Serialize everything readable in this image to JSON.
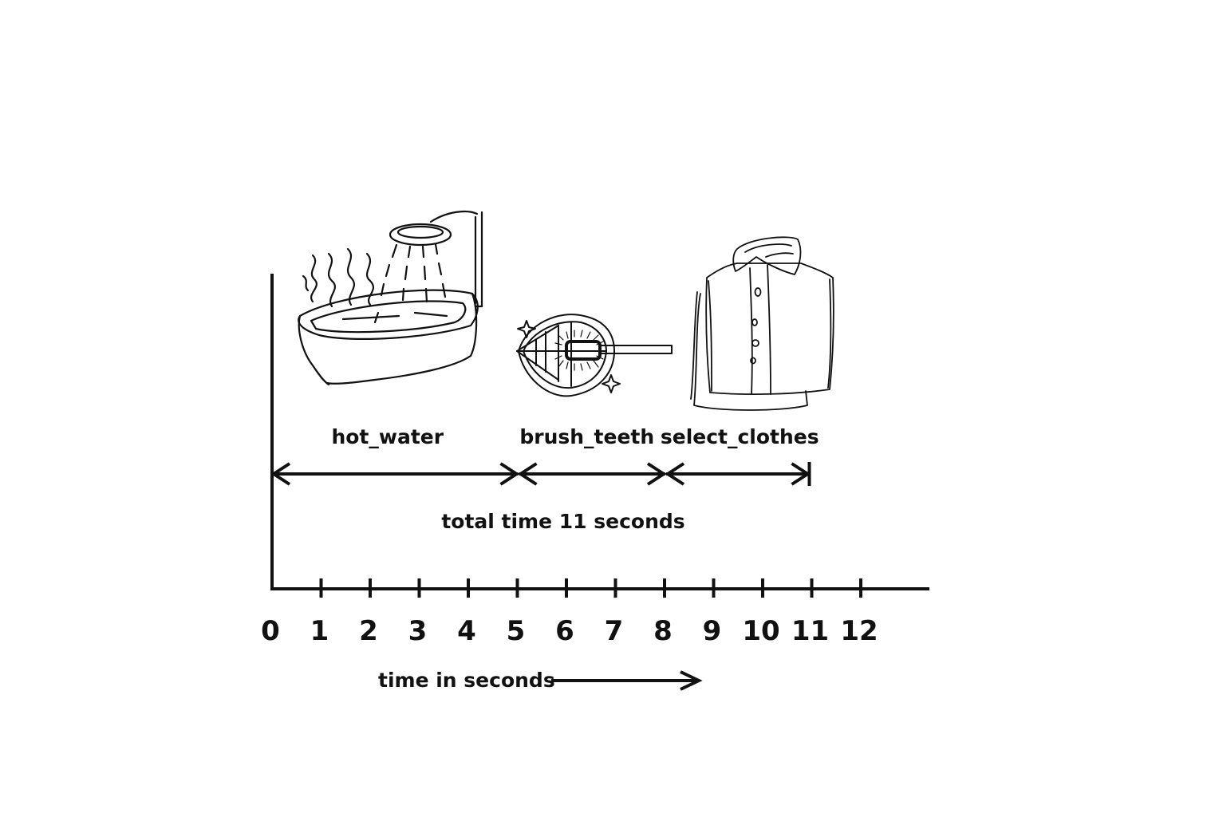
{
  "axis": {
    "ticks": [
      "0",
      "1",
      "2",
      "3",
      "4",
      "5",
      "6",
      "7",
      "8",
      "9",
      "10",
      "11",
      "12"
    ],
    "label": "time in seconds"
  },
  "tasks": [
    {
      "name": "hot_water",
      "start": 0,
      "end": 5,
      "icon": "bathtub-shower-icon"
    },
    {
      "name": "brush_teeth",
      "start": 5,
      "end": 8,
      "icon": "toothbrush-mouth-icon"
    },
    {
      "name": "select_clothes",
      "start": 8,
      "end": 11,
      "icon": "shirt-icon"
    }
  ],
  "total_label": "total time 11 seconds",
  "colors": {
    "ink": "#111111",
    "background": "#ffffff"
  }
}
